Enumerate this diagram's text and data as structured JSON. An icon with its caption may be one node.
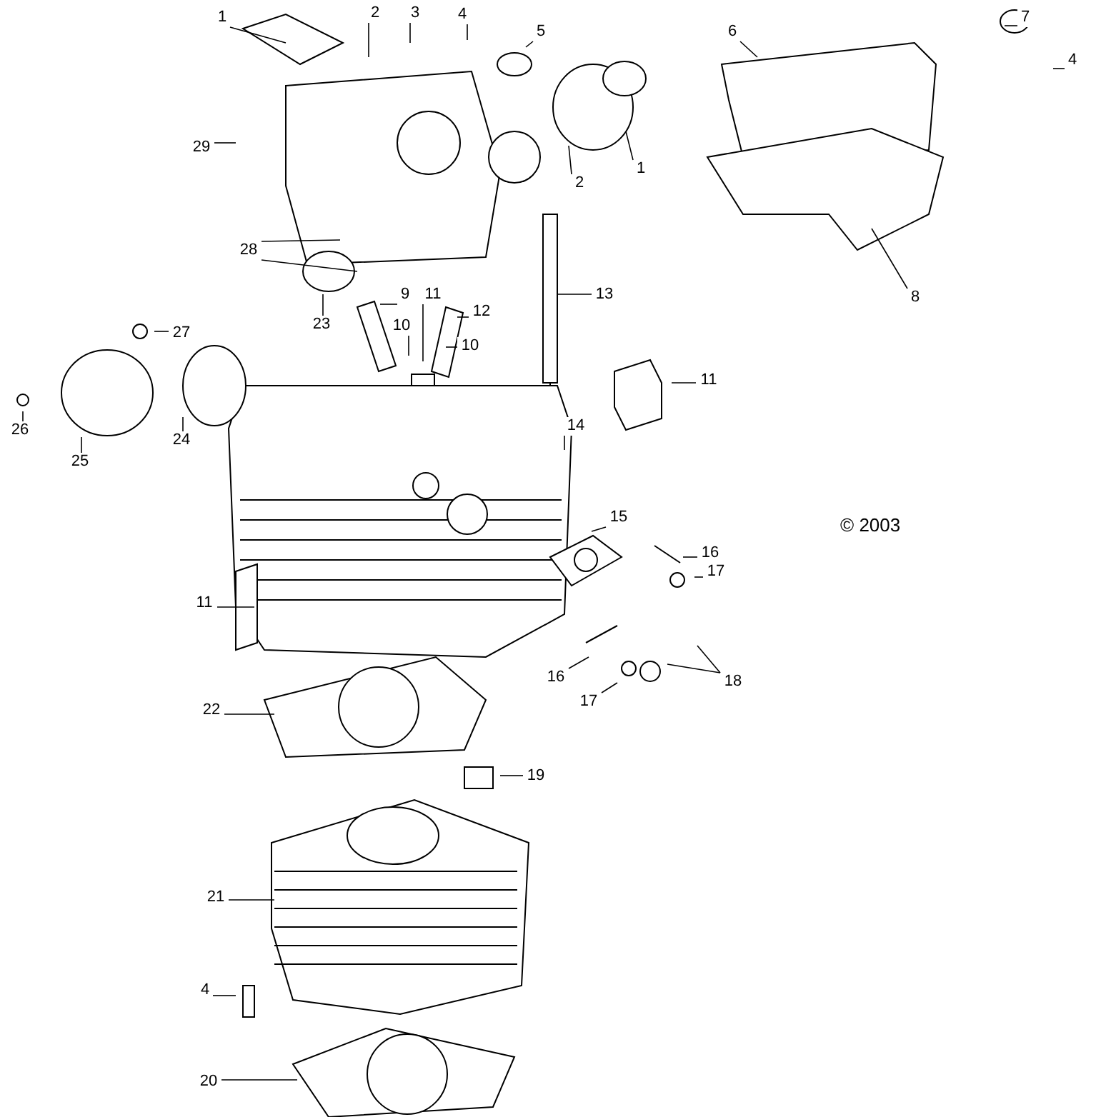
{
  "diagram": {
    "nodes": [
      {
        "text": [
          "1"
        ]
      },
      {
        "text": [
          "2"
        ]
      },
      {
        "text": [
          "3"
        ]
      },
      {
        "text": [
          "4"
        ]
      },
      {
        "text": [
          "5"
        ]
      },
      {
        "text": [
          "1"
        ]
      },
      {
        "text": [
          "2"
        ]
      },
      {
        "text": [
          "6"
        ]
      },
      {
        "text": [
          "7"
        ]
      },
      {
        "text": [
          "4"
        ]
      },
      {
        "text": [
          "8"
        ]
      },
      {
        "text": [
          "29"
        ]
      },
      {
        "text": [
          "28"
        ]
      },
      {
        "text": [
          "23"
        ]
      },
      {
        "text": [
          "9"
        ]
      },
      {
        "text": [
          "11"
        ]
      },
      {
        "text": [
          "12"
        ]
      },
      {
        "text": [
          "10"
        ]
      },
      {
        "text": [
          "10"
        ]
      },
      {
        "text": [
          "13"
        ]
      },
      {
        "text": [
          "27"
        ]
      },
      {
        "text": [
          "26"
        ]
      },
      {
        "text": [
          "25"
        ]
      },
      {
        "text": [
          "24"
        ]
      },
      {
        "text": [
          "14"
        ]
      },
      {
        "text": [
          "11"
        ]
      },
      {
        "text": [
          "15"
        ]
      },
      {
        "text": [
          "16"
        ]
      },
      {
        "text": [
          "17"
        ]
      },
      {
        "text": [
          "11"
        ]
      },
      {
        "text": [
          "16"
        ]
      },
      {
        "text": [
          "17"
        ]
      },
      {
        "text": [
          "18"
        ]
      },
      {
        "text": [
          "22"
        ]
      },
      {
        "text": [
          "19"
        ]
      },
      {
        "text": [
          "21"
        ]
      },
      {
        "text": [
          "4"
        ]
      },
      {
        "text": [
          "20"
        ]
      }
    ],
    "edges": [
      {
        "from": 0,
        "to": null,
        "arrow": "none"
      },
      {
        "from": 1,
        "to": null,
        "arrow": "none"
      },
      {
        "from": 2,
        "to": null,
        "arrow": "none"
      },
      {
        "from": 3,
        "to": null,
        "arrow": "none"
      },
      {
        "from": 4,
        "to": null,
        "arrow": "none"
      },
      {
        "from": 5,
        "to": null,
        "arrow": "none"
      },
      {
        "from": 6,
        "to": null,
        "arrow": "none"
      },
      {
        "from": 7,
        "to": null,
        "arrow": "none"
      },
      {
        "from": 8,
        "to": null,
        "arrow": "none"
      },
      {
        "from": 9,
        "to": null,
        "arrow": "none"
      },
      {
        "from": 10,
        "to": null,
        "arrow": "none"
      },
      {
        "from": 11,
        "to": null,
        "arrow": "none"
      },
      {
        "from": 12,
        "to": null,
        "arrow": "none"
      },
      {
        "from": 12,
        "to": null,
        "arrow": "none"
      },
      {
        "from": 13,
        "to": null,
        "arrow": "none"
      },
      {
        "from": 14,
        "to": null,
        "arrow": "none"
      },
      {
        "from": 15,
        "to": null,
        "arrow": "none"
      },
      {
        "from": 16,
        "to": null,
        "arrow": "none"
      },
      {
        "from": 17,
        "to": null,
        "arrow": "none"
      },
      {
        "from": 18,
        "to": null,
        "arrow": "none"
      },
      {
        "from": 19,
        "to": null,
        "arrow": "none"
      },
      {
        "from": 20,
        "to": null,
        "arrow": "none"
      },
      {
        "from": 21,
        "to": null,
        "arrow": "none"
      },
      {
        "from": 22,
        "to": null,
        "arrow": "none"
      },
      {
        "from": 23,
        "to": null,
        "arrow": "none"
      },
      {
        "from": 24,
        "to": null,
        "arrow": "none"
      },
      {
        "from": 25,
        "to": null,
        "arrow": "none"
      },
      {
        "from": 26,
        "to": null,
        "arrow": "none"
      },
      {
        "from": 27,
        "to": null,
        "arrow": "none"
      },
      {
        "from": 28,
        "to": null,
        "arrow": "none"
      },
      {
        "from": 29,
        "to": null,
        "arrow": "none"
      },
      {
        "from": 30,
        "to": null,
        "arrow": "none"
      },
      {
        "from": 31,
        "to": null,
        "arrow": "none"
      },
      {
        "from": 32,
        "to": null,
        "arrow": "none"
      },
      {
        "from": 32,
        "to": null,
        "arrow": "none"
      },
      {
        "from": 33,
        "to": null,
        "arrow": "none"
      },
      {
        "from": 34,
        "to": null,
        "arrow": "none"
      },
      {
        "from": 35,
        "to": null,
        "arrow": "none"
      },
      {
        "from": 36,
        "to": null,
        "arrow": "none"
      },
      {
        "from": 37,
        "to": null,
        "arrow": "none"
      }
    ],
    "labels": [
      "© 2003"
    ]
  }
}
